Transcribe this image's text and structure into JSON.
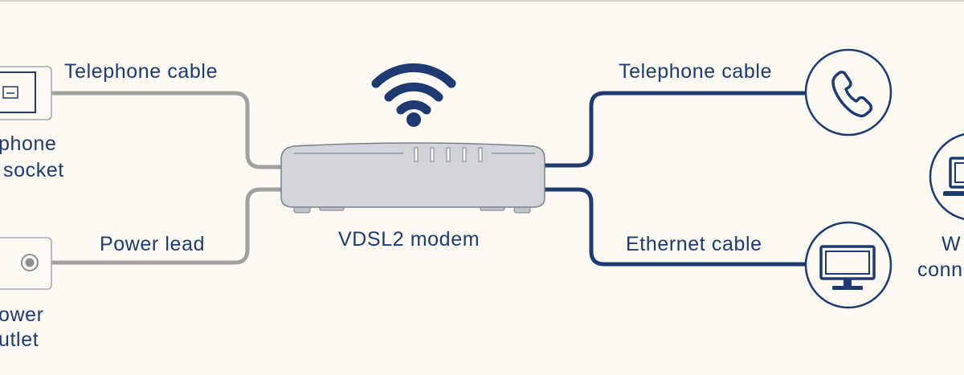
{
  "diagram": {
    "left_connections": {
      "telephone_cable_label": "Telephone cable",
      "power_lead_label": "Power lead"
    },
    "left_devices": {
      "telephone_socket_line1": "phone",
      "telephone_socket_line2": "socket",
      "power_outlet_line1": "ower",
      "power_outlet_line2": "utlet"
    },
    "center": {
      "modem_label": "VDSL2 modem",
      "wifi_icon": "wifi-icon"
    },
    "right_connections": {
      "telephone_cable_label": "Telephone cable",
      "ethernet_cable_label": "Ethernet cable"
    },
    "right_devices": {
      "phone_icon": "phone-icon",
      "desktop_icon": "monitor-icon",
      "laptop_icon": "laptop-icon",
      "partial_label_line1": "W",
      "partial_label_line2": "conn"
    },
    "colors": {
      "background": "#fcfaf3",
      "navy": "#1d3a72",
      "grey_cable": "#a0a0a0",
      "modem_fill": "#d3d4da"
    }
  }
}
